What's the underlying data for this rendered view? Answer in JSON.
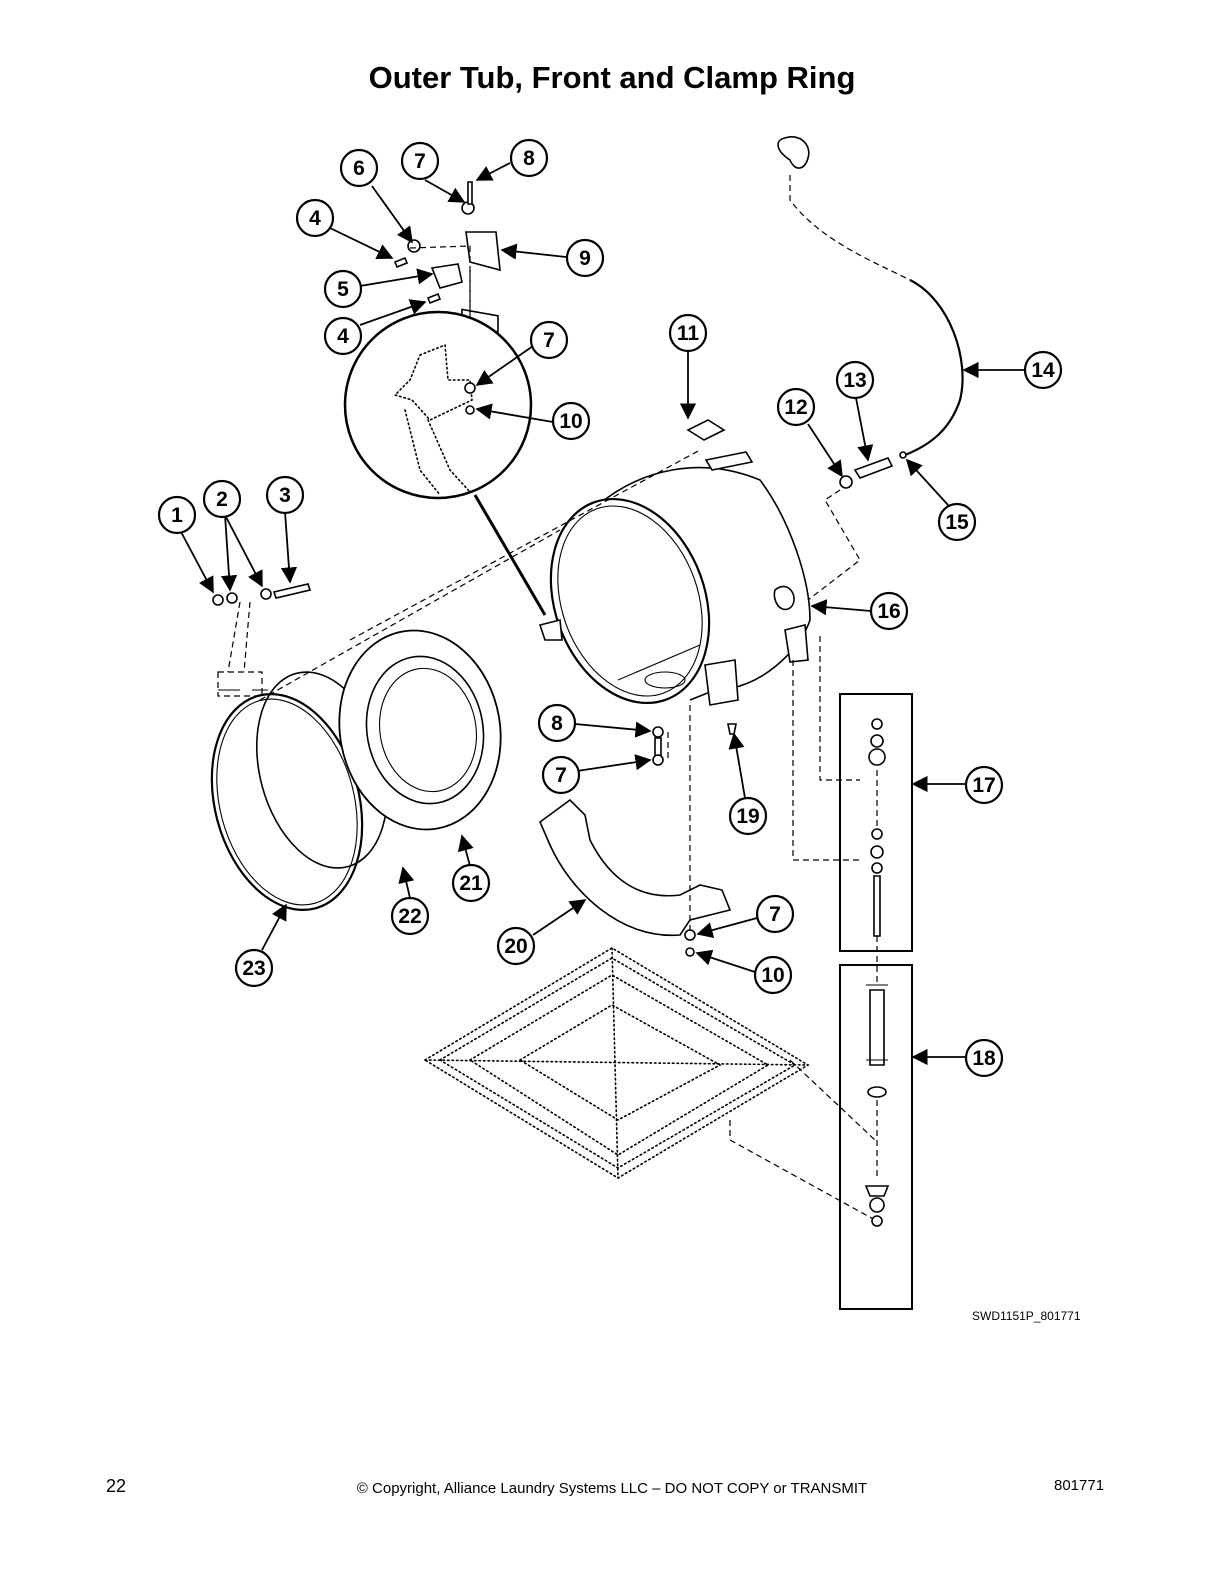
{
  "title": "Outer Tub, Front and Clamp Ring",
  "drawing_code": "SWD1151P_801771",
  "footer": {
    "page_number": "22",
    "copyright": "© Copyright, Alliance Laundry Systems LLC – DO NOT COPY or TRANSMIT",
    "document_number": "801771"
  },
  "callouts": {
    "c1": "1",
    "c2": "2",
    "c3": "3",
    "c4a": "4",
    "c4b": "4",
    "c5": "5",
    "c6": "6",
    "c7a": "7",
    "c7b": "7",
    "c7c": "7",
    "c7d": "7",
    "c8a": "8",
    "c8b": "8",
    "c9": "9",
    "c10a": "10",
    "c10b": "10",
    "c11": "11",
    "c12": "12",
    "c13": "13",
    "c14": "14",
    "c15": "15",
    "c16": "16",
    "c17": "17",
    "c18": "18",
    "c19": "19",
    "c20": "20",
    "c21": "21",
    "c22": "22",
    "c23": "23"
  }
}
